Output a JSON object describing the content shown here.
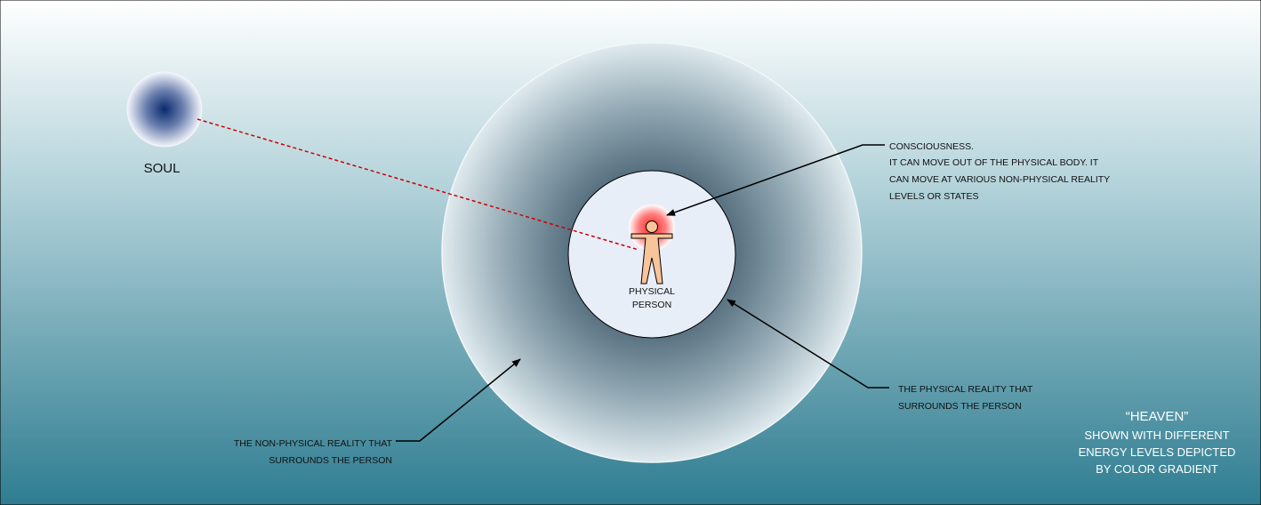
{
  "soul": {
    "label": "SOUL"
  },
  "person": {
    "label_lines": [
      "PHYSICAL",
      "PERSON"
    ]
  },
  "consciousness": {
    "lines": [
      "CONSCIOUSNESS.",
      "IT CAN MOVE OUT OF THE PHYSICAL BODY.  IT",
      "CAN MOVE AT VARIOUS NON-PHYSICAL REALITY",
      "LEVELS OR STATES"
    ]
  },
  "physical_reality": {
    "lines": [
      "THE PHYSICAL REALITY THAT",
      "SURROUNDS THE PERSON"
    ]
  },
  "non_physical_reality": {
    "lines": [
      "THE NON-PHYSICAL REALITY THAT",
      "SURROUNDS THE PERSON"
    ]
  },
  "heaven": {
    "lines": [
      "“HEAVEN”",
      "SHOWN WITH DIFFERENT",
      "ENERGY LEVELS DEPICTED",
      "BY COLOR GRADIENT"
    ]
  },
  "colors": {
    "background_top": "#ffffff",
    "background_bottom": "#2f7d91",
    "soul_core": "#0a2a6e",
    "link_line": "#cc0000",
    "aura": "#ff2a2a",
    "skin": "#f8c49a"
  }
}
